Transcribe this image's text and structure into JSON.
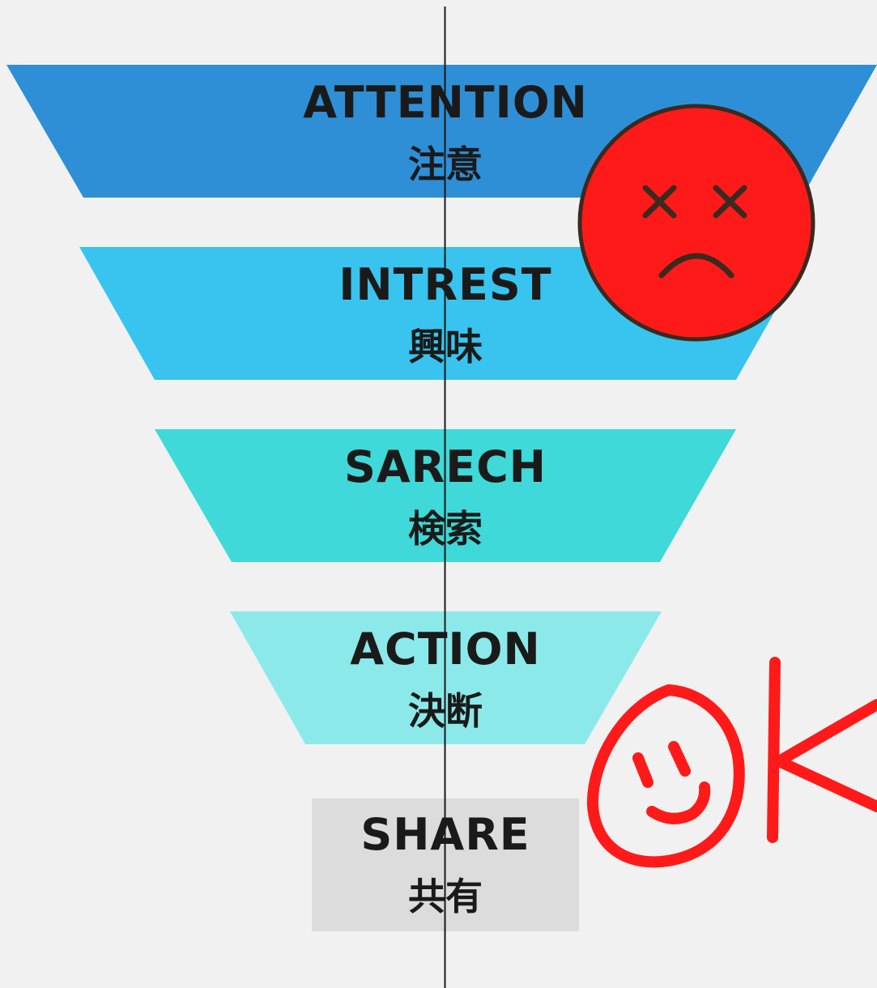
{
  "stages": [
    {
      "en": "ATTENTION",
      "ja": "注意",
      "color": "#2e8fd6"
    },
    {
      "en": "INTREST",
      "ja": "興味",
      "color": "#38c4ee"
    },
    {
      "en": "SARECH",
      "ja": "検索",
      "color": "#3ed9d8"
    },
    {
      "en": "ACTION",
      "ja": "決断",
      "color": "#8ce9e9"
    },
    {
      "en": "SHARE",
      "ja": "共有",
      "color": "#dcdcdc"
    }
  ],
  "annotations": {
    "sad_face": {
      "icon": "dizzy-sad-face-icon",
      "fill": "#ff1a1a",
      "stroke": "#3b2a1f"
    },
    "ok_mark": {
      "icon": "smiling-ok-doodle-icon",
      "color": "#ff1a1a"
    }
  }
}
